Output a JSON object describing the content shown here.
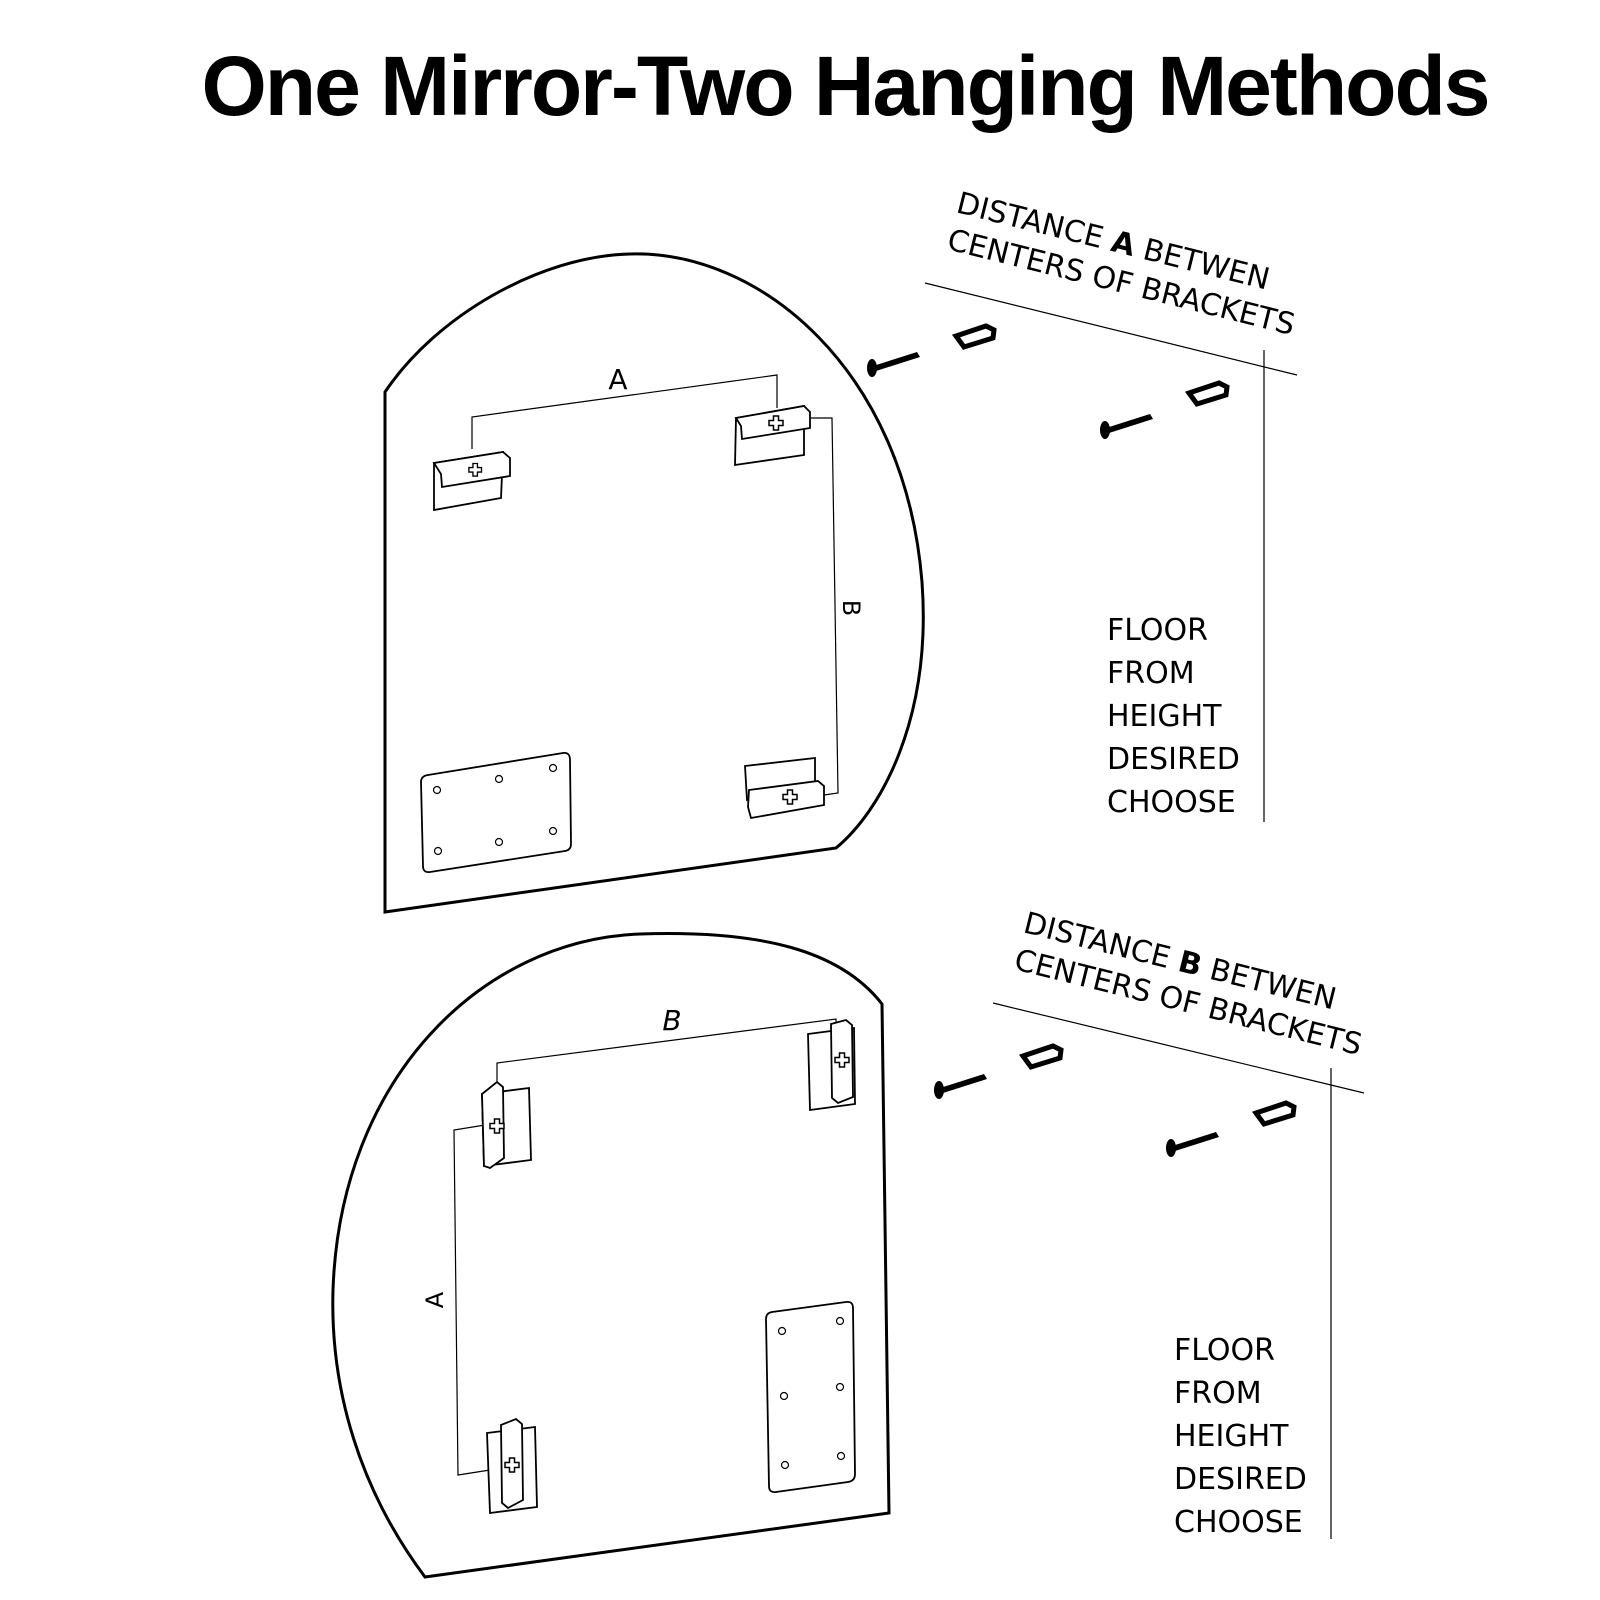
{
  "title": "One Mirror-Two Hanging Methods",
  "method_a": {
    "top_dimension": "A",
    "side_dimension": "B",
    "distance_line1_pre": "DISTANCE ",
    "distance_letter": "A",
    "distance_line1_post": " BETWEN",
    "distance_line2": "CENTERS OF BRACKETS",
    "height_lines": [
      "FLOOR",
      "FROM",
      "HEIGHT",
      "DESIRED",
      "CHOOSE"
    ]
  },
  "method_b": {
    "top_dimension": "B",
    "side_dimension": "A",
    "distance_line1_pre": "DISTANCE ",
    "distance_letter": "B",
    "distance_line1_post": " BETWEN",
    "distance_line2": "CENTERS OF BRACKETS",
    "height_lines": [
      "FLOOR",
      "FROM",
      "HEIGHT",
      "DESIRED",
      "CHOOSE"
    ]
  }
}
